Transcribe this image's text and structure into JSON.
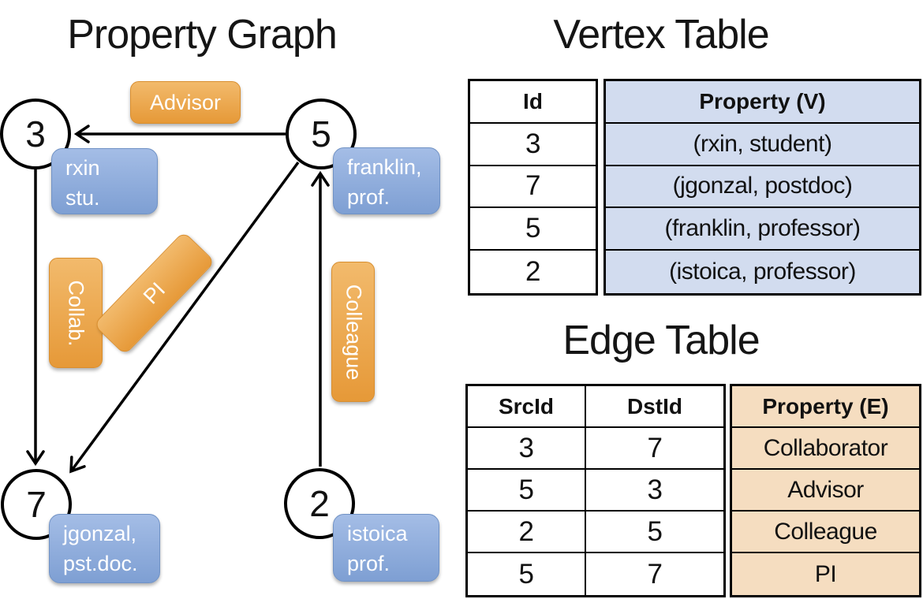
{
  "titles": {
    "graph": "Property Graph",
    "vertex_table": "Vertex Table",
    "edge_table": "Edge Table"
  },
  "graph": {
    "nodes": [
      {
        "id": "3",
        "label": [
          "rxin",
          "stu."
        ]
      },
      {
        "id": "5",
        "label": [
          "franklin,",
          "prof."
        ]
      },
      {
        "id": "7",
        "label": [
          "jgonzal,",
          "pst.doc."
        ]
      },
      {
        "id": "2",
        "label": [
          "istoica",
          "prof."
        ]
      }
    ],
    "edges": [
      {
        "label": "Advisor",
        "src": "5",
        "dst": "3"
      },
      {
        "label": "Collab.",
        "src": "3",
        "dst": "7"
      },
      {
        "label": "PI",
        "src": "5",
        "dst": "7"
      },
      {
        "label": "Colleague",
        "src": "2",
        "dst": "5"
      }
    ]
  },
  "vertex_table": {
    "columns": [
      "Id",
      "Property (V)"
    ],
    "rows": [
      {
        "id": "3",
        "property": "(rxin, student)"
      },
      {
        "id": "7",
        "property": "(jgonzal, postdoc)"
      },
      {
        "id": "5",
        "property": "(franklin, professor)"
      },
      {
        "id": "2",
        "property": "(istoica, professor)"
      }
    ]
  },
  "edge_table": {
    "columns": [
      "SrcId",
      "DstId",
      "Property (E)"
    ],
    "rows": [
      {
        "src": "3",
        "dst": "7",
        "property": "Collaborator"
      },
      {
        "src": "5",
        "dst": "3",
        "property": "Advisor"
      },
      {
        "src": "2",
        "dst": "5",
        "property": "Colleague"
      },
      {
        "src": "5",
        "dst": "7",
        "property": "PI"
      }
    ]
  },
  "colors": {
    "edge_label_orange_top": "#f2ba6c",
    "edge_label_orange_bottom": "#e69938",
    "vertex_label_blue_top": "#a4bde6",
    "vertex_label_blue_bottom": "#7e9fd3",
    "vertex_property_fill": "#d2dcef",
    "edge_property_fill": "#f5ddc0",
    "line_color": "#000000"
  }
}
